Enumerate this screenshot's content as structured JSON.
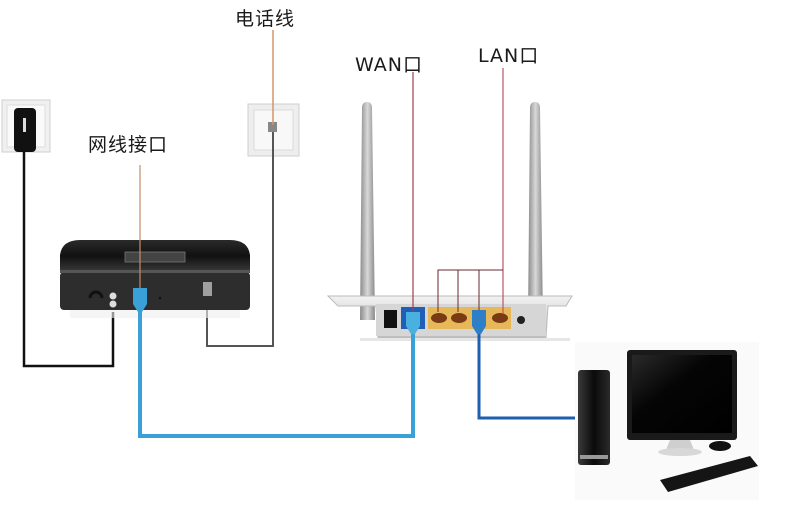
{
  "labels": {
    "phone_line": "电话线",
    "wan_port": "WAN口",
    "lan_port": "LAN口",
    "network_port": "网线接口"
  },
  "colors": {
    "leader_line": "#c98a6a",
    "leader_line_red": "#a04050",
    "ethernet_cable_wan": "#3aa0d8",
    "ethernet_cable_lan": "#1f5fb0",
    "power_cable": "#111111",
    "phone_cable": "#555555",
    "lan_port_fill": "#e7b85a",
    "wan_port_fill": "#1f5fb8"
  },
  "devices": {
    "wall_power_outlet": "power-outlet",
    "wall_phone_jack": "phone-jack",
    "modem": "modem",
    "router": "router",
    "computer": "desktop-computer"
  }
}
